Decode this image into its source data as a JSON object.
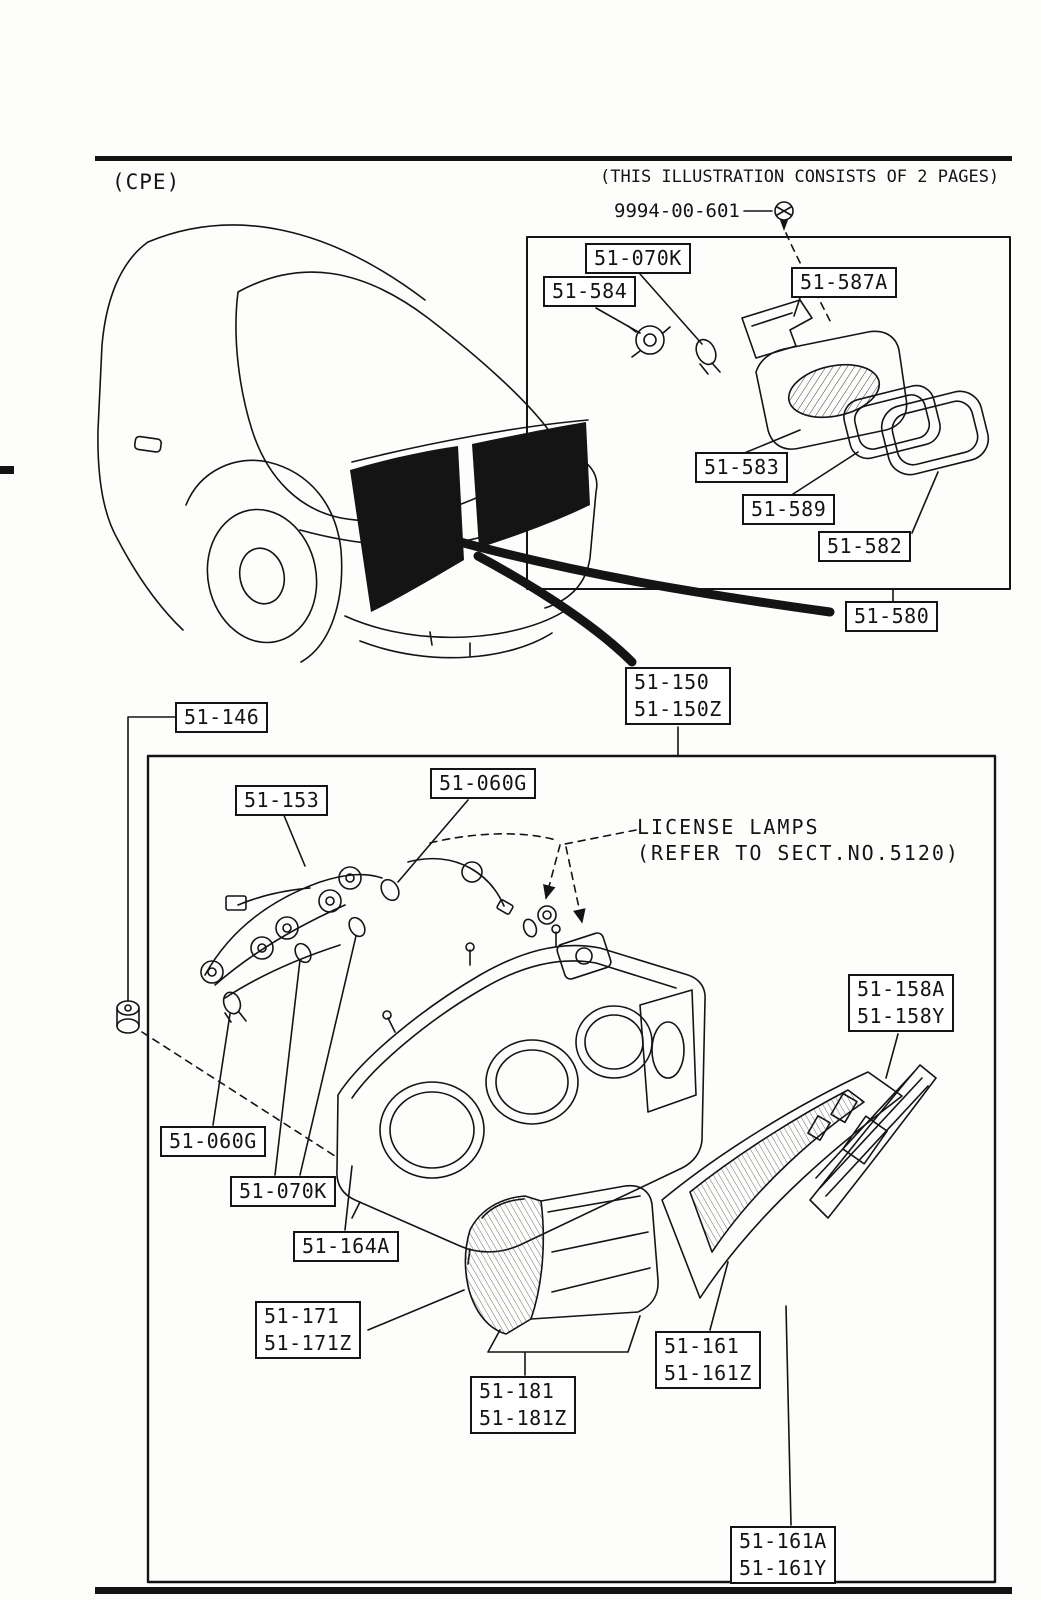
{
  "page": {
    "variant": "(CPE)",
    "pages_note": "(THIS ILLUSTRATION CONSISTS OF  2 PAGES)",
    "fastener_part": "9994-00-601",
    "license_note": "LICENSE LAMPS\n(REFER TO SECT.NO.5120)"
  },
  "labels": [
    {
      "text": "51-070K"
    },
    {
      "text": "51-584"
    },
    {
      "text": "51-587A"
    },
    {
      "text": "51-583"
    },
    {
      "text": "51-589"
    },
    {
      "text": "51-582"
    },
    {
      "text": "51-580"
    },
    {
      "text": "51-150\n51-150Z"
    },
    {
      "text": "51-146"
    },
    {
      "text": "51-060G"
    },
    {
      "text": "51-153"
    },
    {
      "text": "51-158A\n51-158Y"
    },
    {
      "text": "51-060G"
    },
    {
      "text": "51-070K"
    },
    {
      "text": "51-164A"
    },
    {
      "text": "51-171\n51-171Z"
    },
    {
      "text": "51-161\n51-161Z"
    },
    {
      "text": "51-181\n51-181Z"
    },
    {
      "text": "51-161A\n51-161Y"
    }
  ],
  "colors": {
    "ink": "#141414",
    "paper": "#fdfdfc"
  }
}
